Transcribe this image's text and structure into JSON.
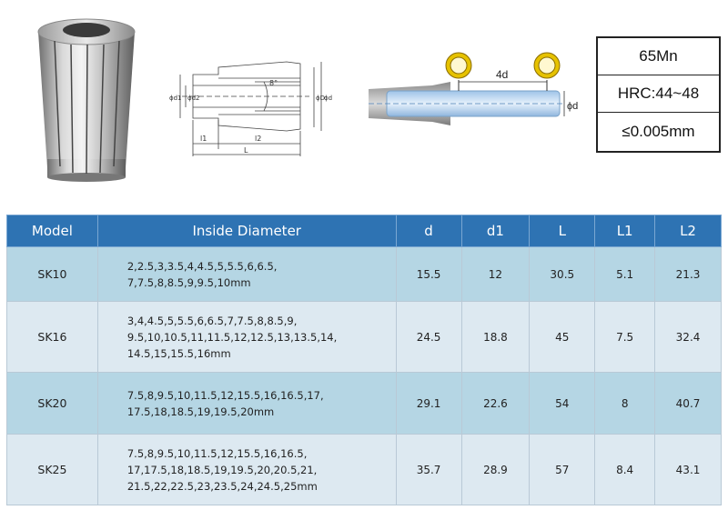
{
  "diagram": {
    "angle_label": "8°",
    "dim_d1": "ϕd1",
    "dim_d2": "ϕd2",
    "dim_D": "ϕD",
    "dim_d": "ϕd",
    "dim_l1": "l1",
    "dim_l2": "l2",
    "dim_L": "L",
    "runout_span": "4d",
    "runout_dim": "ϕd"
  },
  "specs": {
    "material": "65Mn",
    "hardness": "HRC:44~48",
    "accuracy": "≤0.005mm"
  },
  "table": {
    "headers": [
      "Model",
      "Inside Diameter",
      "d",
      "d1",
      "L",
      "L1",
      "L2"
    ],
    "rows": [
      {
        "model": "SK10",
        "dia": [
          "2,2.5,3,3.5,4,4.5,5,5.5,6,6.5,",
          "7,7.5,8,8.5,9,9.5,10mm"
        ],
        "d": "15.5",
        "d1": "12",
        "L": "30.5",
        "L1": "5.1",
        "L2": "21.3"
      },
      {
        "model": "SK16",
        "dia": [
          "3,4,4.5,5,5.5,6,6.5,7,7.5,8,8.5,9,",
          "9.5,10,10.5,11,11.5,12,12.5,13,13.5,14,",
          "14.5,15,15.5,16mm"
        ],
        "d": "24.5",
        "d1": "18.8",
        "L": "45",
        "L1": "7.5",
        "L2": "32.4"
      },
      {
        "model": "SK20",
        "dia": [
          "7.5,8,9.5,10,11.5,12,15.5,16,16.5,17,",
          "17.5,18,18.5,19,19.5,20mm"
        ],
        "d": "29.1",
        "d1": "22.6",
        "L": "54",
        "L1": "8",
        "L2": "40.7"
      },
      {
        "model": "SK25",
        "dia": [
          "7.5,8,9.5,10,11.5,12,15.5,16,16.5,",
          "17,17.5,18,18.5,19,19.5,20,20.5,21,",
          "21.5,22,22.5,23,23.5,24,24.5,25mm"
        ],
        "d": "35.7",
        "d1": "28.9",
        "L": "57",
        "L1": "8.4",
        "L2": "43.1"
      }
    ]
  }
}
